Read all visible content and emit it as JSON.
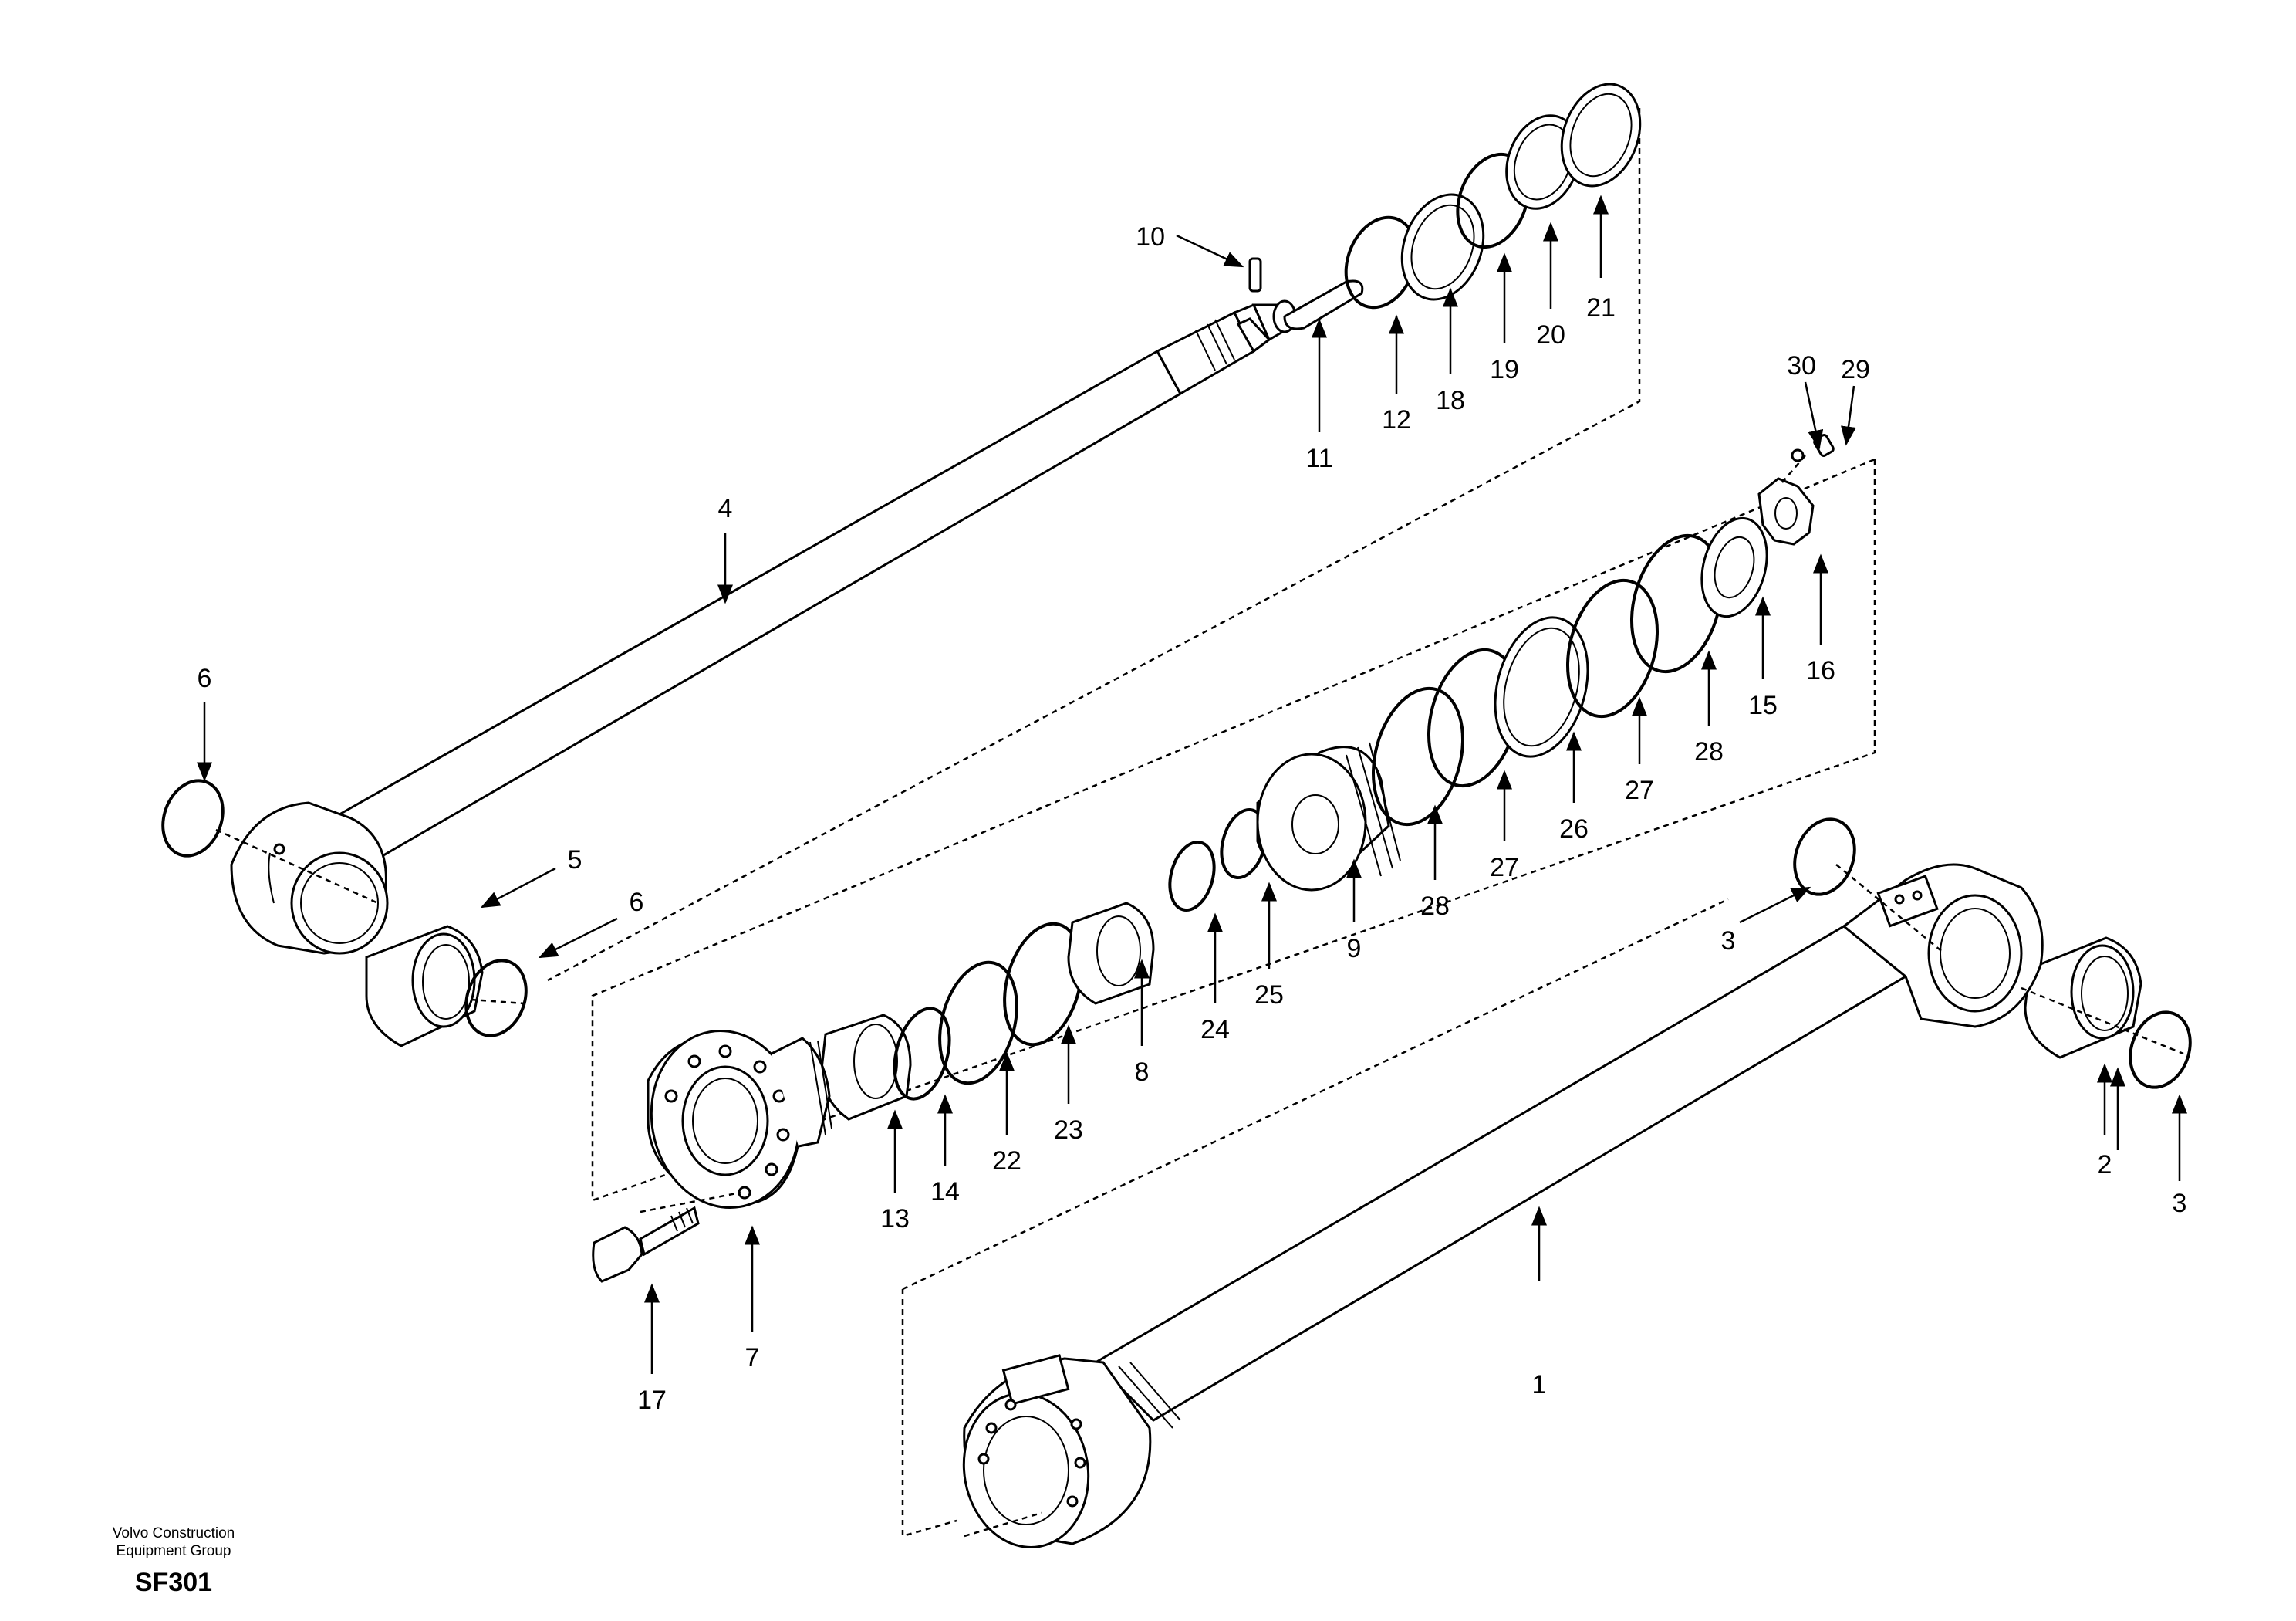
{
  "callouts": [
    "1",
    "2",
    "3",
    "4",
    "5",
    "6",
    "7",
    "8",
    "9",
    "10",
    "11",
    "12",
    "13",
    "14",
    "15",
    "16",
    "17",
    "18",
    "19",
    "20",
    "21",
    "22",
    "23",
    "24",
    "25",
    "26",
    "27",
    "28",
    "29",
    "30"
  ],
  "footer": {
    "org_line1": "Volvo Construction",
    "org_line2": "Equipment Group",
    "code": "SF301"
  }
}
